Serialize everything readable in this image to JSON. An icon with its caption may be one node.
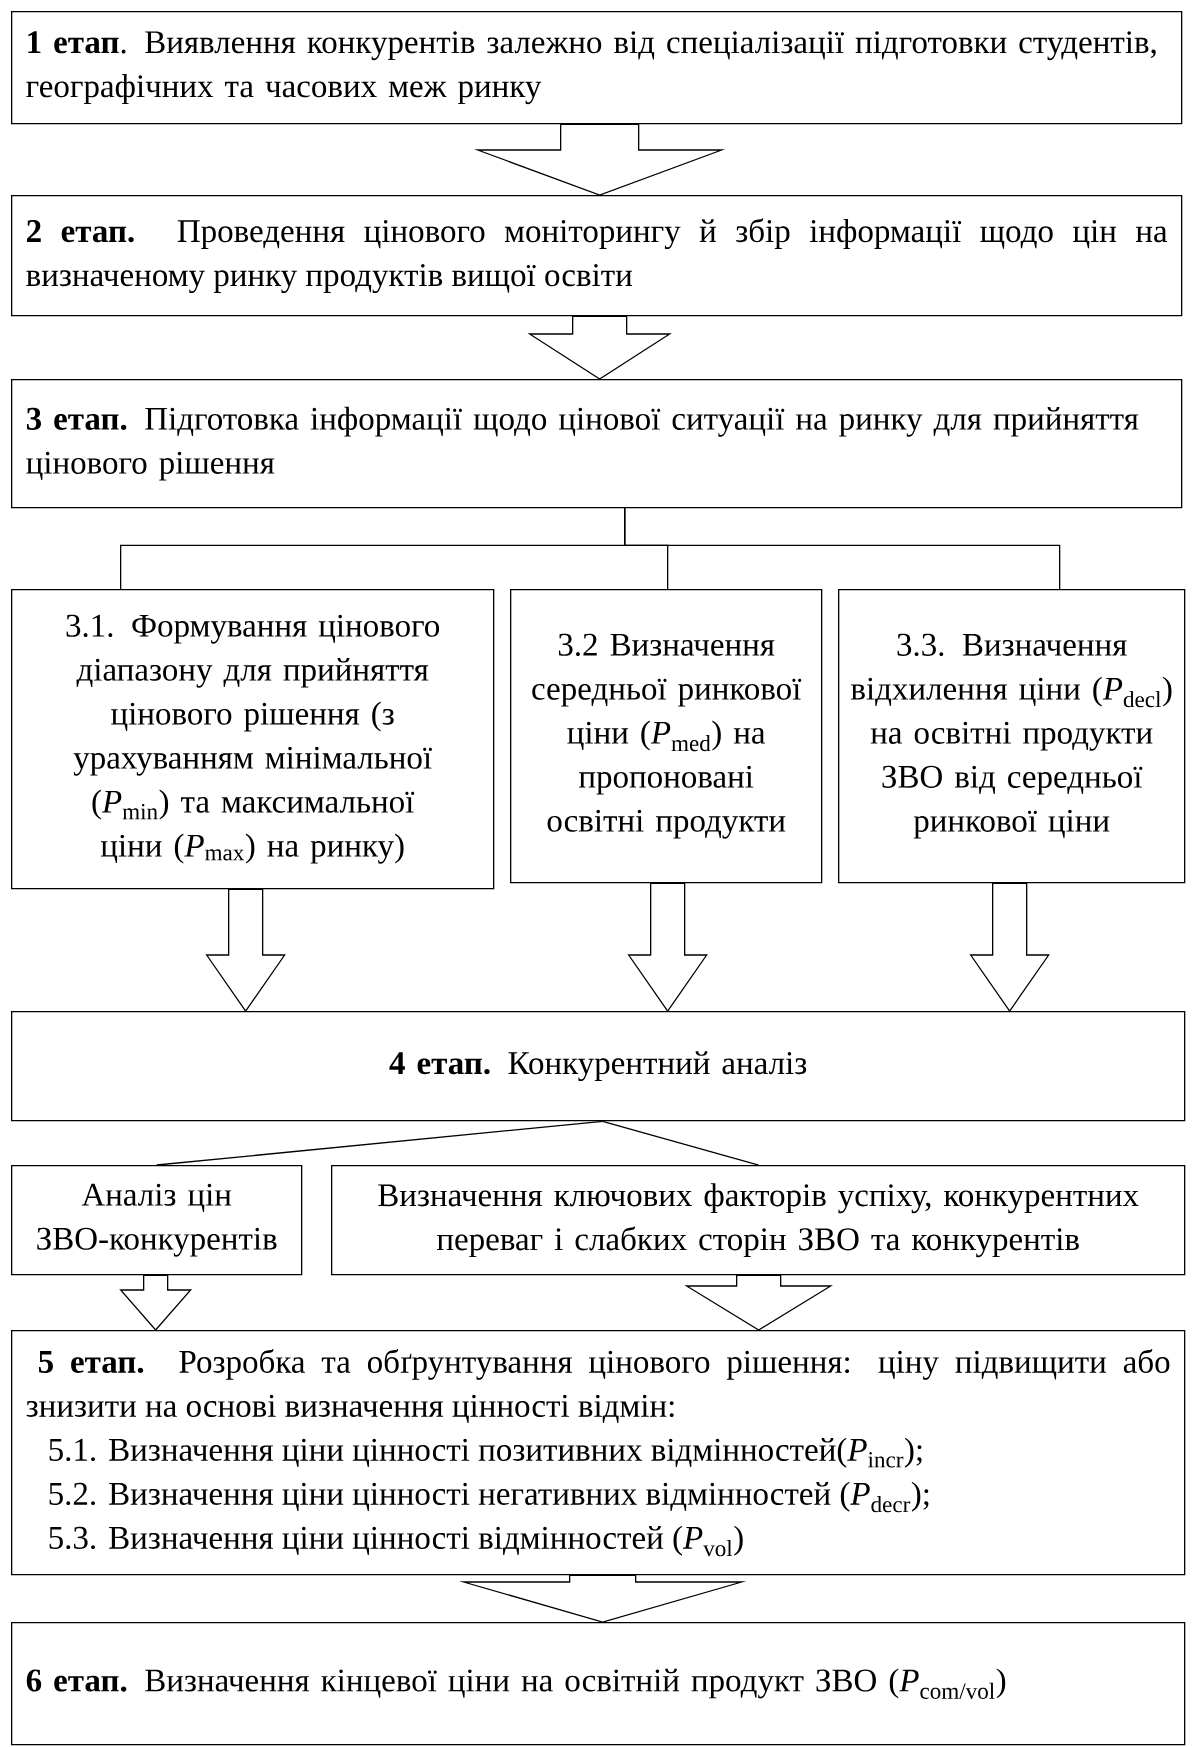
{
  "diagram": {
    "nodes": [
      {
        "text": [
          "**1 етап**. Виявлення конкурентів залежно від спеціалізації підготовки студентів, географічних та часових меж ринку"
        ]
      },
      {
        "text": [
          "**2 етап.** Проведення цінового моніторингу й збір інформації щодо цін на визначеному ринку продуктів вищої освіти"
        ]
      },
      {
        "text": [
          "**3 етап.** Підготовка інформації щодо цінової ситуації на ринку для прийняття цінового рішення"
        ]
      },
      {
        "text": [
          "3.1. Формування цінового діапазону для прийняття цінового рішення (з урахуванням мінімальної (*P*$_{min}$) та максимальної ціни (*P*$_{max}$) на ринку)"
        ]
      },
      {
        "text": [
          "3.2 Визначення середньої ринкової ціни (*P*$_{med}$) на пропоновані освітні продукти"
        ]
      },
      {
        "text": [
          "3.3. Визначення відхилення ціни (*P*$_{decl}$) на освітні продукти ЗВО від середньої ринкової ціни"
        ]
      },
      {
        "text": [
          "**4 етап.** Конкурентний аналіз"
        ]
      },
      {
        "text": [
          "Аналіз цін ЗВО-конкурентів"
        ]
      },
      {
        "text": [
          "Визначення ключових факторів успіху, конкурентних переваг і слабких сторін ЗВО та конкурентів"
        ]
      },
      {
        "text": [
          "**5 етап.** Розробка та обґрунтування цінового рішення: ціну підвищити або знизити на основі визначення цінності відмін:",
          "5.1. Визначення ціни цінності позитивних відмінностей(*P*$_{incr}$);",
          "5.2. Визначення ціни цінності негативних відмінностей (*P*$_{decr}$);",
          "5.3. Визначення ціни цінності відмінностей (*P*$_{vol}$)"
        ]
      },
      {
        "text": [
          "**6 етап.** Визначення кінцевої ціни на освітній продукт ЗВО (*P*$_{com/vol}$)"
        ]
      }
    ],
    "edges": [
      {
        "from": 0,
        "to": 1,
        "arrow": "to"
      },
      {
        "from": 1,
        "to": 2,
        "arrow": "to"
      },
      {
        "from": 2,
        "to": 3,
        "arrow": "none"
      },
      {
        "from": 2,
        "to": 4,
        "arrow": "none"
      },
      {
        "from": 2,
        "to": 5,
        "arrow": "none"
      },
      {
        "from": 3,
        "to": 6,
        "arrow": "to"
      },
      {
        "from": 4,
        "to": 6,
        "arrow": "to"
      },
      {
        "from": 5,
        "to": 6,
        "arrow": "to"
      },
      {
        "from": 6,
        "to": 7,
        "arrow": "none"
      },
      {
        "from": 6,
        "to": 8,
        "arrow": "none"
      },
      {
        "from": 7,
        "to": 9,
        "arrow": "to"
      },
      {
        "from": 8,
        "to": 9,
        "arrow": "to"
      },
      {
        "from": 9,
        "to": 10,
        "arrow": "to"
      }
    ]
  }
}
